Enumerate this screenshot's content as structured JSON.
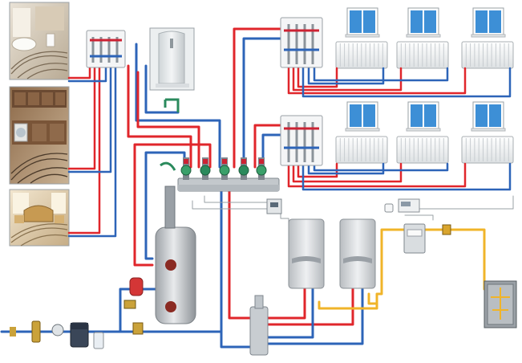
{
  "colors": {
    "hot_pipe": "#e0262b",
    "cold_pipe": "#2d64b8",
    "gas_pipe": "#f0b429",
    "radiator": "#eef0f0",
    "window_frame": "#ffffff",
    "window_glass": "#3d8fd6",
    "tank": "#c9ccd0",
    "boiler": "#d5d8db",
    "photo_border": "#9aa0a6"
  },
  "components": {
    "room_photos": [
      "bathroom-floor-heating-photo",
      "kitchen-floor-heating-photo",
      "living-room-floor-heating-photo"
    ],
    "shower_photo": "shower-cabin-photo",
    "radiators_upper_floor": 3,
    "radiators_lower_floor": 3,
    "manifolds": [
      "floor-heating-manifold",
      "upper-radiator-manifold",
      "lower-radiator-manifold",
      "boiler-room-manifold"
    ],
    "boilers": 2,
    "hot_water_tank": "indirect-water-heater",
    "expansion_tank": "expansion-tank",
    "hydraulic_separator": "hydraulic-separator",
    "gas_meter": "gas-meter",
    "gas_cabinet": "gas-regulator-cabinet",
    "water_filter": "water-softener-filter",
    "controller": "room-thermostat"
  }
}
